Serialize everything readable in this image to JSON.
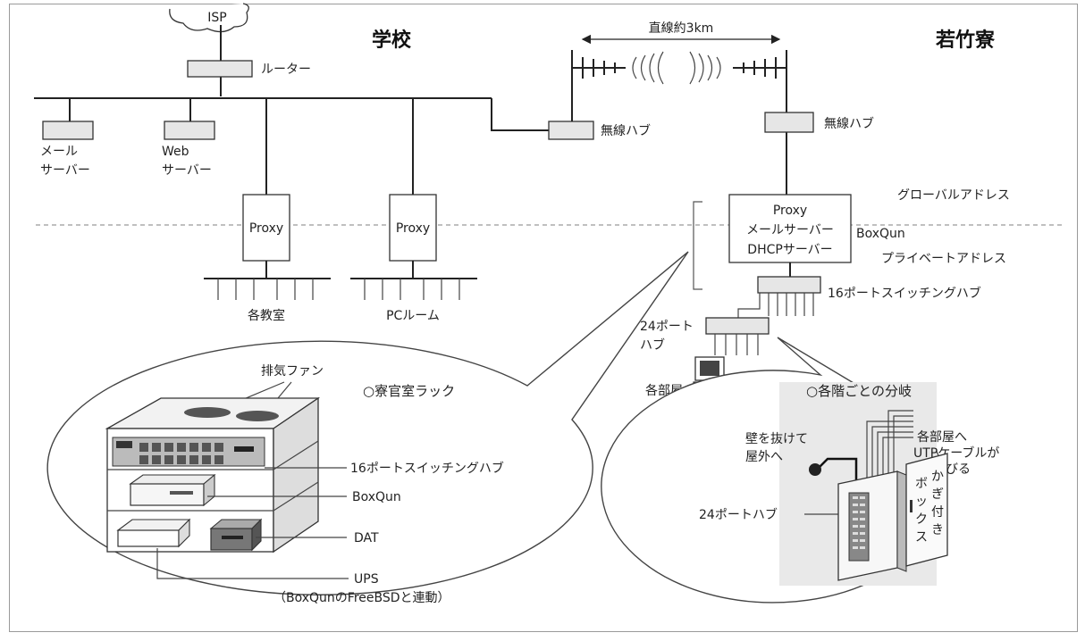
{
  "left_site": "学校",
  "right_site": "若竹寮",
  "distance_label": "直線約3km",
  "isp": "ISP",
  "router": "ルーター",
  "mail_server": [
    "メール",
    "サーバー"
  ],
  "web_server": [
    "Web",
    "サーバー"
  ],
  "proxy_label": "Proxy",
  "classrooms": "各教室",
  "pc_room": "PCルーム",
  "wireless_hub": "無線ハブ",
  "boxqun_lines": [
    "Proxy",
    "メールサーバー",
    "DHCPサーバー"
  ],
  "boxqun": "BoxQun",
  "global_address": "グローバルアドレス",
  "private_address": "プライベートアドレス",
  "hub16": "16ポートスイッチングハブ",
  "hub24": [
    "24ポート",
    "ハブ"
  ],
  "each_room": "各部屋",
  "rack": {
    "title": "○寮官室ラック",
    "fan": "排気ファン",
    "hub16": "16ポートスイッチングハブ",
    "boxqun": "BoxQun",
    "dat": "DAT",
    "ups": "UPS",
    "ups_note": "（BoxQunのFreeBSDと連動）"
  },
  "floor": {
    "title": "○各階ごとの分岐",
    "to_rooms": [
      "各部屋へ",
      "UTPケーブルが",
      "延びる"
    ],
    "outdoor": [
      "壁を抜けて",
      "屋外へ"
    ],
    "hub24": "24ポートハブ",
    "box_left": [
      "ボ",
      "ッ",
      "ク",
      "ス"
    ],
    "box_right": [
      "か",
      "ぎ",
      "付",
      "き"
    ]
  }
}
